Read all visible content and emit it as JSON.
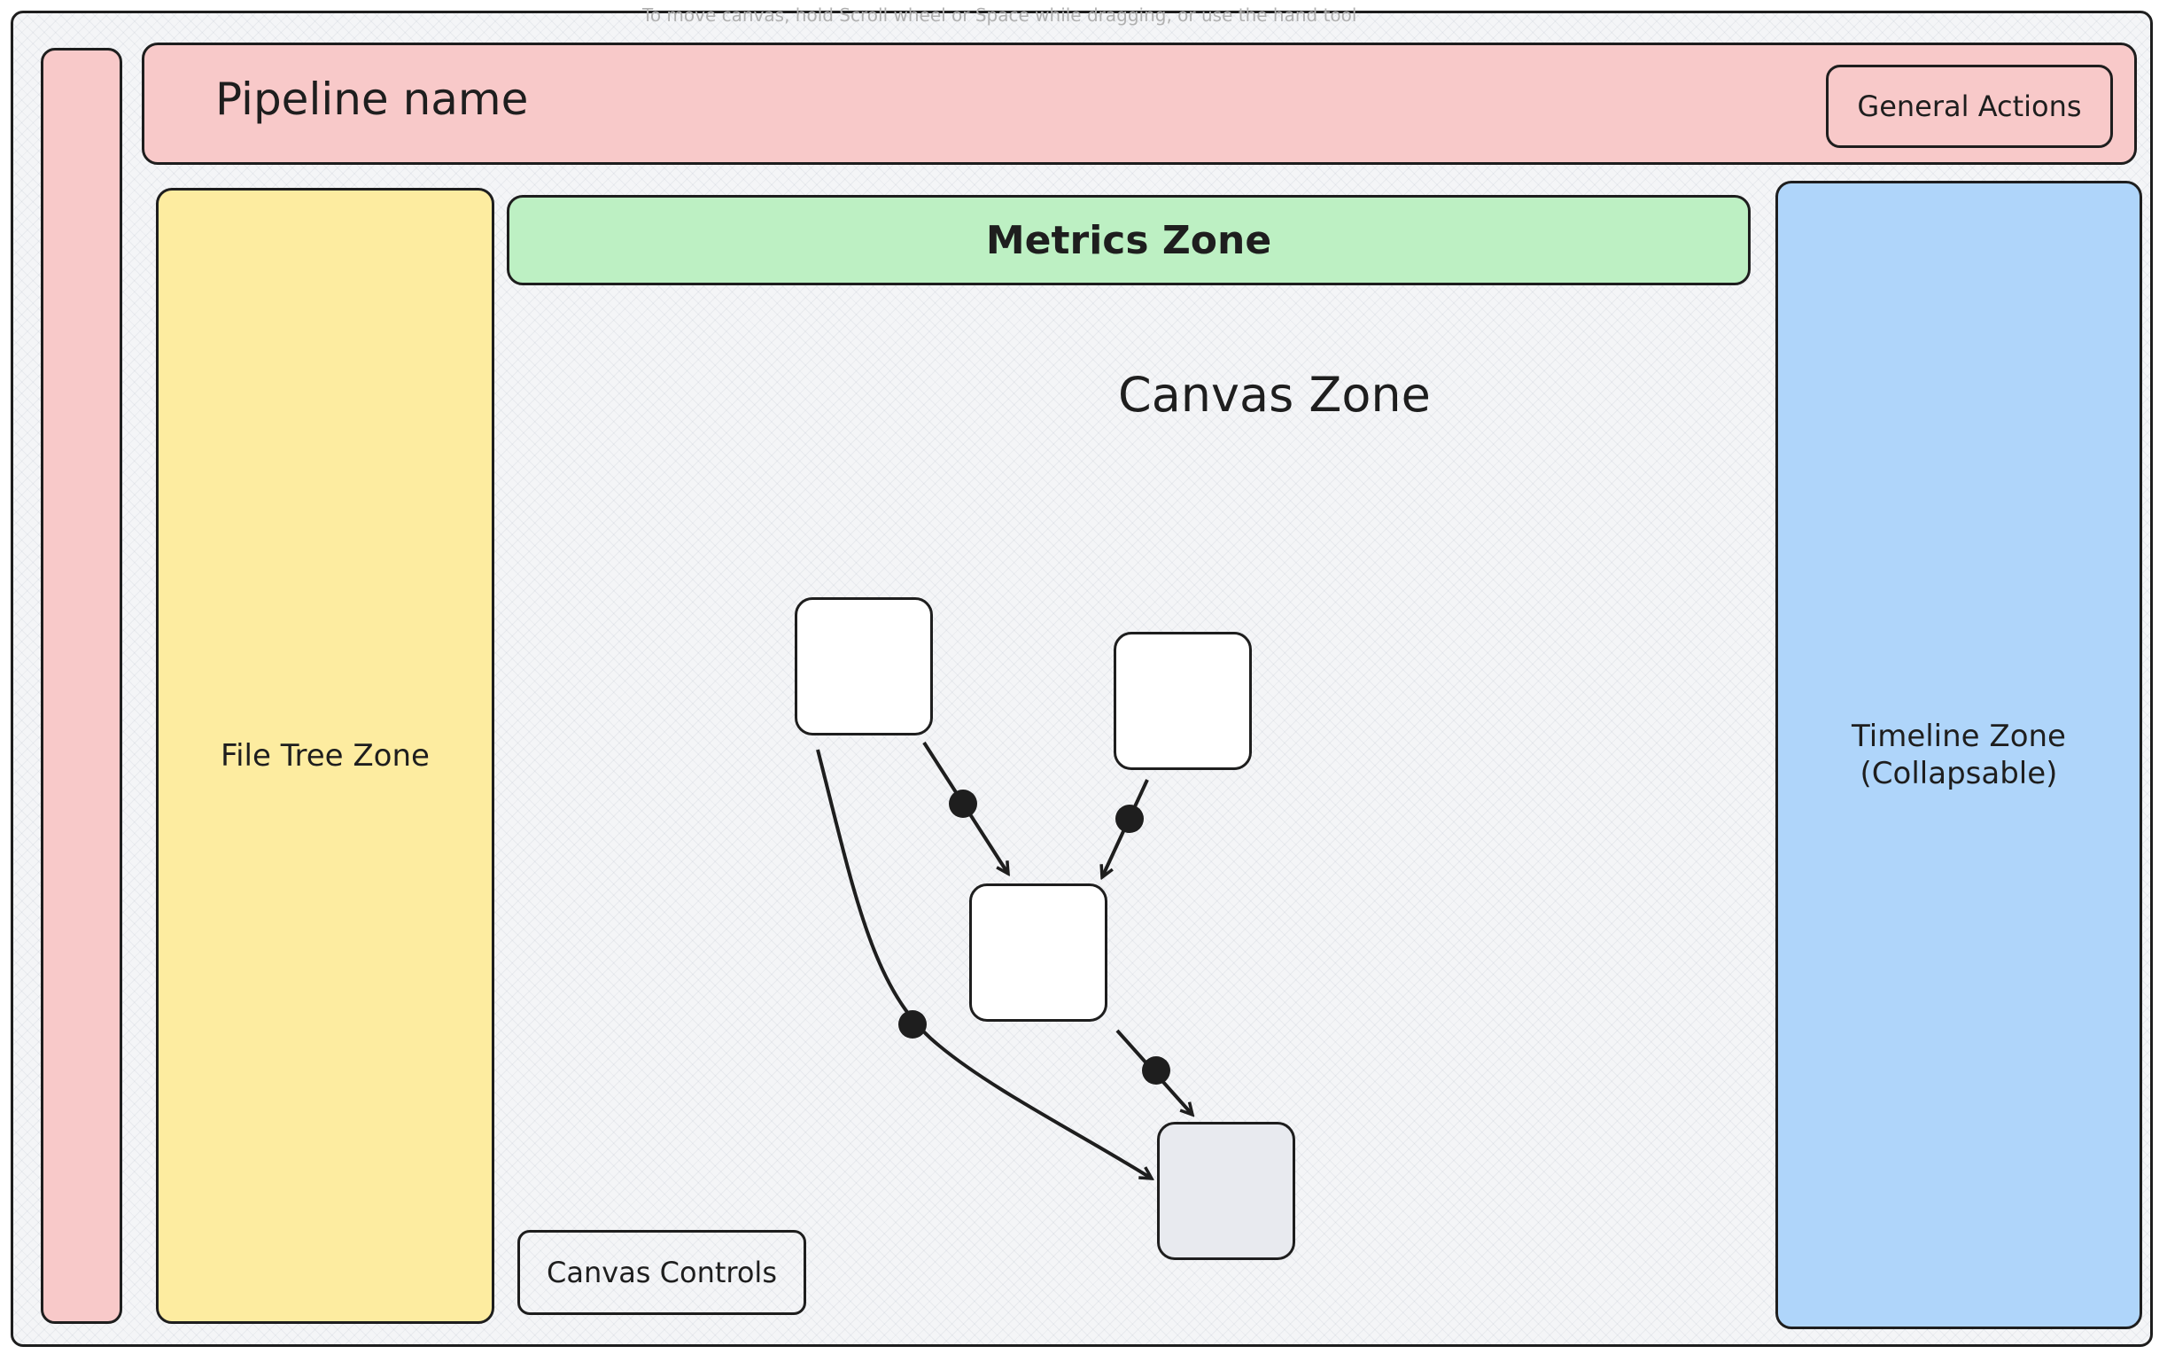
{
  "canvas_hint": "To move canvas, hold Scroll wheel or Space while dragging, or use the hand tool",
  "header": {
    "pipeline_name": "Pipeline name",
    "general_actions": "General Actions"
  },
  "zones": {
    "file_tree": "File Tree Zone",
    "metrics": "Metrics Zone",
    "canvas": "Canvas Zone",
    "timeline": "Timeline Zone\n(Collapsable)",
    "canvas_controls": "Canvas Controls"
  },
  "colors": {
    "header": "#f8c9c9",
    "file_tree": "#fdeca0",
    "metrics": "#bdf0c3",
    "timeline": "#afd5fa",
    "terminal_node": "#e8eaef"
  },
  "graph": {
    "nodes": [
      "node-a",
      "node-b",
      "node-c",
      "node-d"
    ],
    "edges": [
      {
        "from": "node-a",
        "to": "node-c"
      },
      {
        "from": "node-b",
        "to": "node-c"
      },
      {
        "from": "node-c",
        "to": "node-d"
      },
      {
        "from": "node-a",
        "to": "node-d"
      }
    ]
  }
}
